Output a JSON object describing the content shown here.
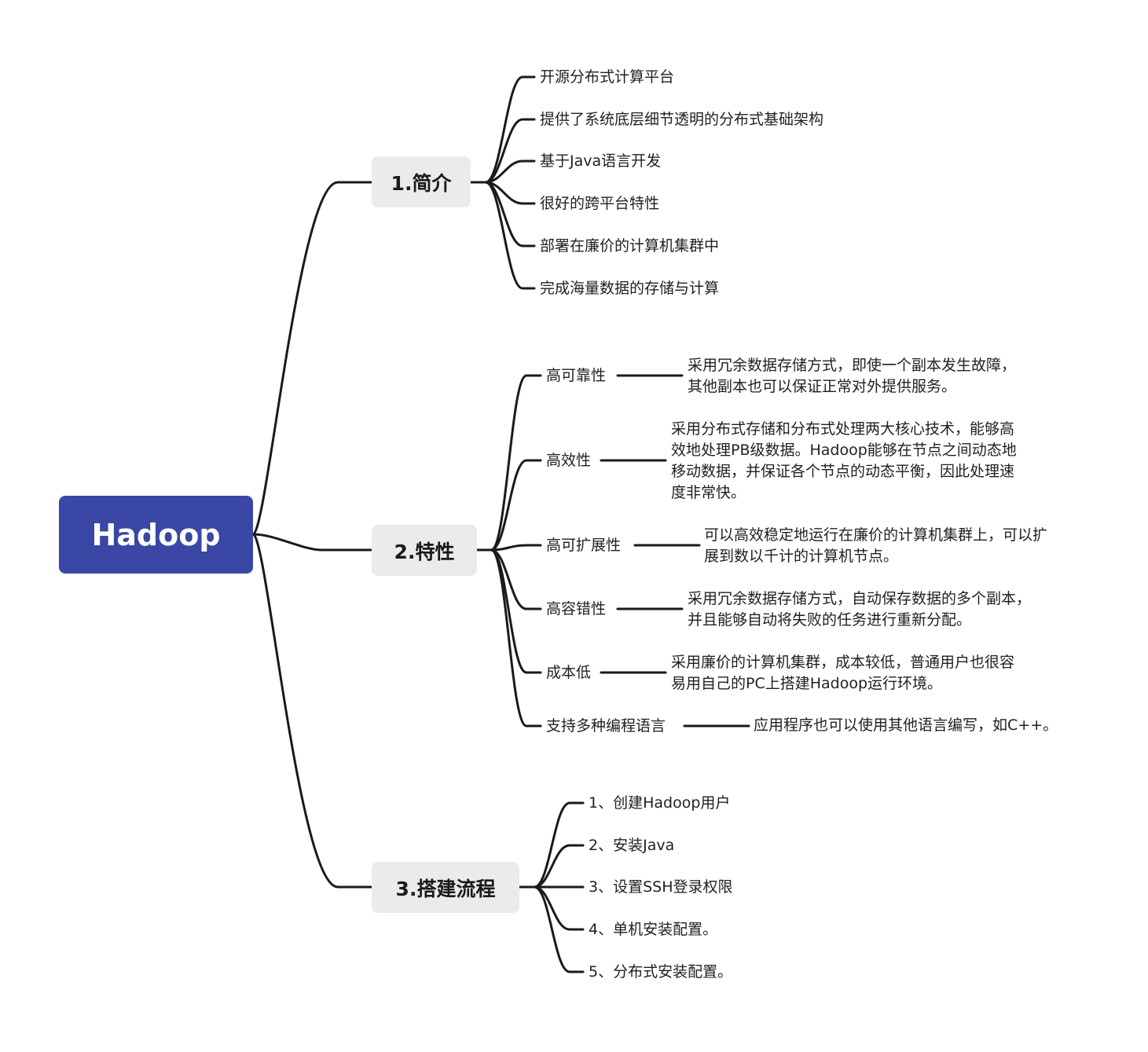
{
  "root": {
    "label": "Hadoop"
  },
  "branches": [
    {
      "label": "1.简介",
      "items": [
        "开源分布式计算平台",
        "提供了系统底层细节透明的分布式基础架构",
        "基于Java语言开发",
        "很好的跨平台特性",
        "部署在廉价的计算机集群中",
        "完成海量数据的存储与计算"
      ]
    },
    {
      "label": "2.特性",
      "items": [
        {
          "label": "高可靠性",
          "desc": "采用冗余数据存储方式，即使一个副本发生故障，其他副本也可以保证正常对外提供服务。"
        },
        {
          "label": "高效性",
          "desc": "采用分布式存储和分布式处理两大核心技术，能够高效地处理PB级数据。Hadoop能够在节点之间动态地移动数据，并保证各个节点的动态平衡，因此处理速度非常快。"
        },
        {
          "label": "高可扩展性",
          "desc": "可以高效稳定地运行在廉价的计算机集群上，可以扩展到数以千计的计算机节点。"
        },
        {
          "label": "高容错性",
          "desc": "采用冗余数据存储方式，自动保存数据的多个副本，并且能够自动将失败的任务进行重新分配。"
        },
        {
          "label": "成本低",
          "desc": "采用廉价的计算机集群，成本较低，普通用户也很容易用自己的PC上搭建Hadoop运行环境。"
        },
        {
          "label": "支持多种编程语言",
          "desc": "应用程序也可以使用其他语言编写，如C++。"
        }
      ]
    },
    {
      "label": "3.搭建流程",
      "items": [
        "1、创建Hadoop用户",
        "2、安装Java",
        "3、设置SSH登录权限",
        "4、单机安装配置。",
        "5、分布式安装配置。"
      ]
    }
  ],
  "colors": {
    "root_bg": "#3b47a5",
    "branch_bg": "#ebebeb",
    "line": "#1a1a1a"
  }
}
